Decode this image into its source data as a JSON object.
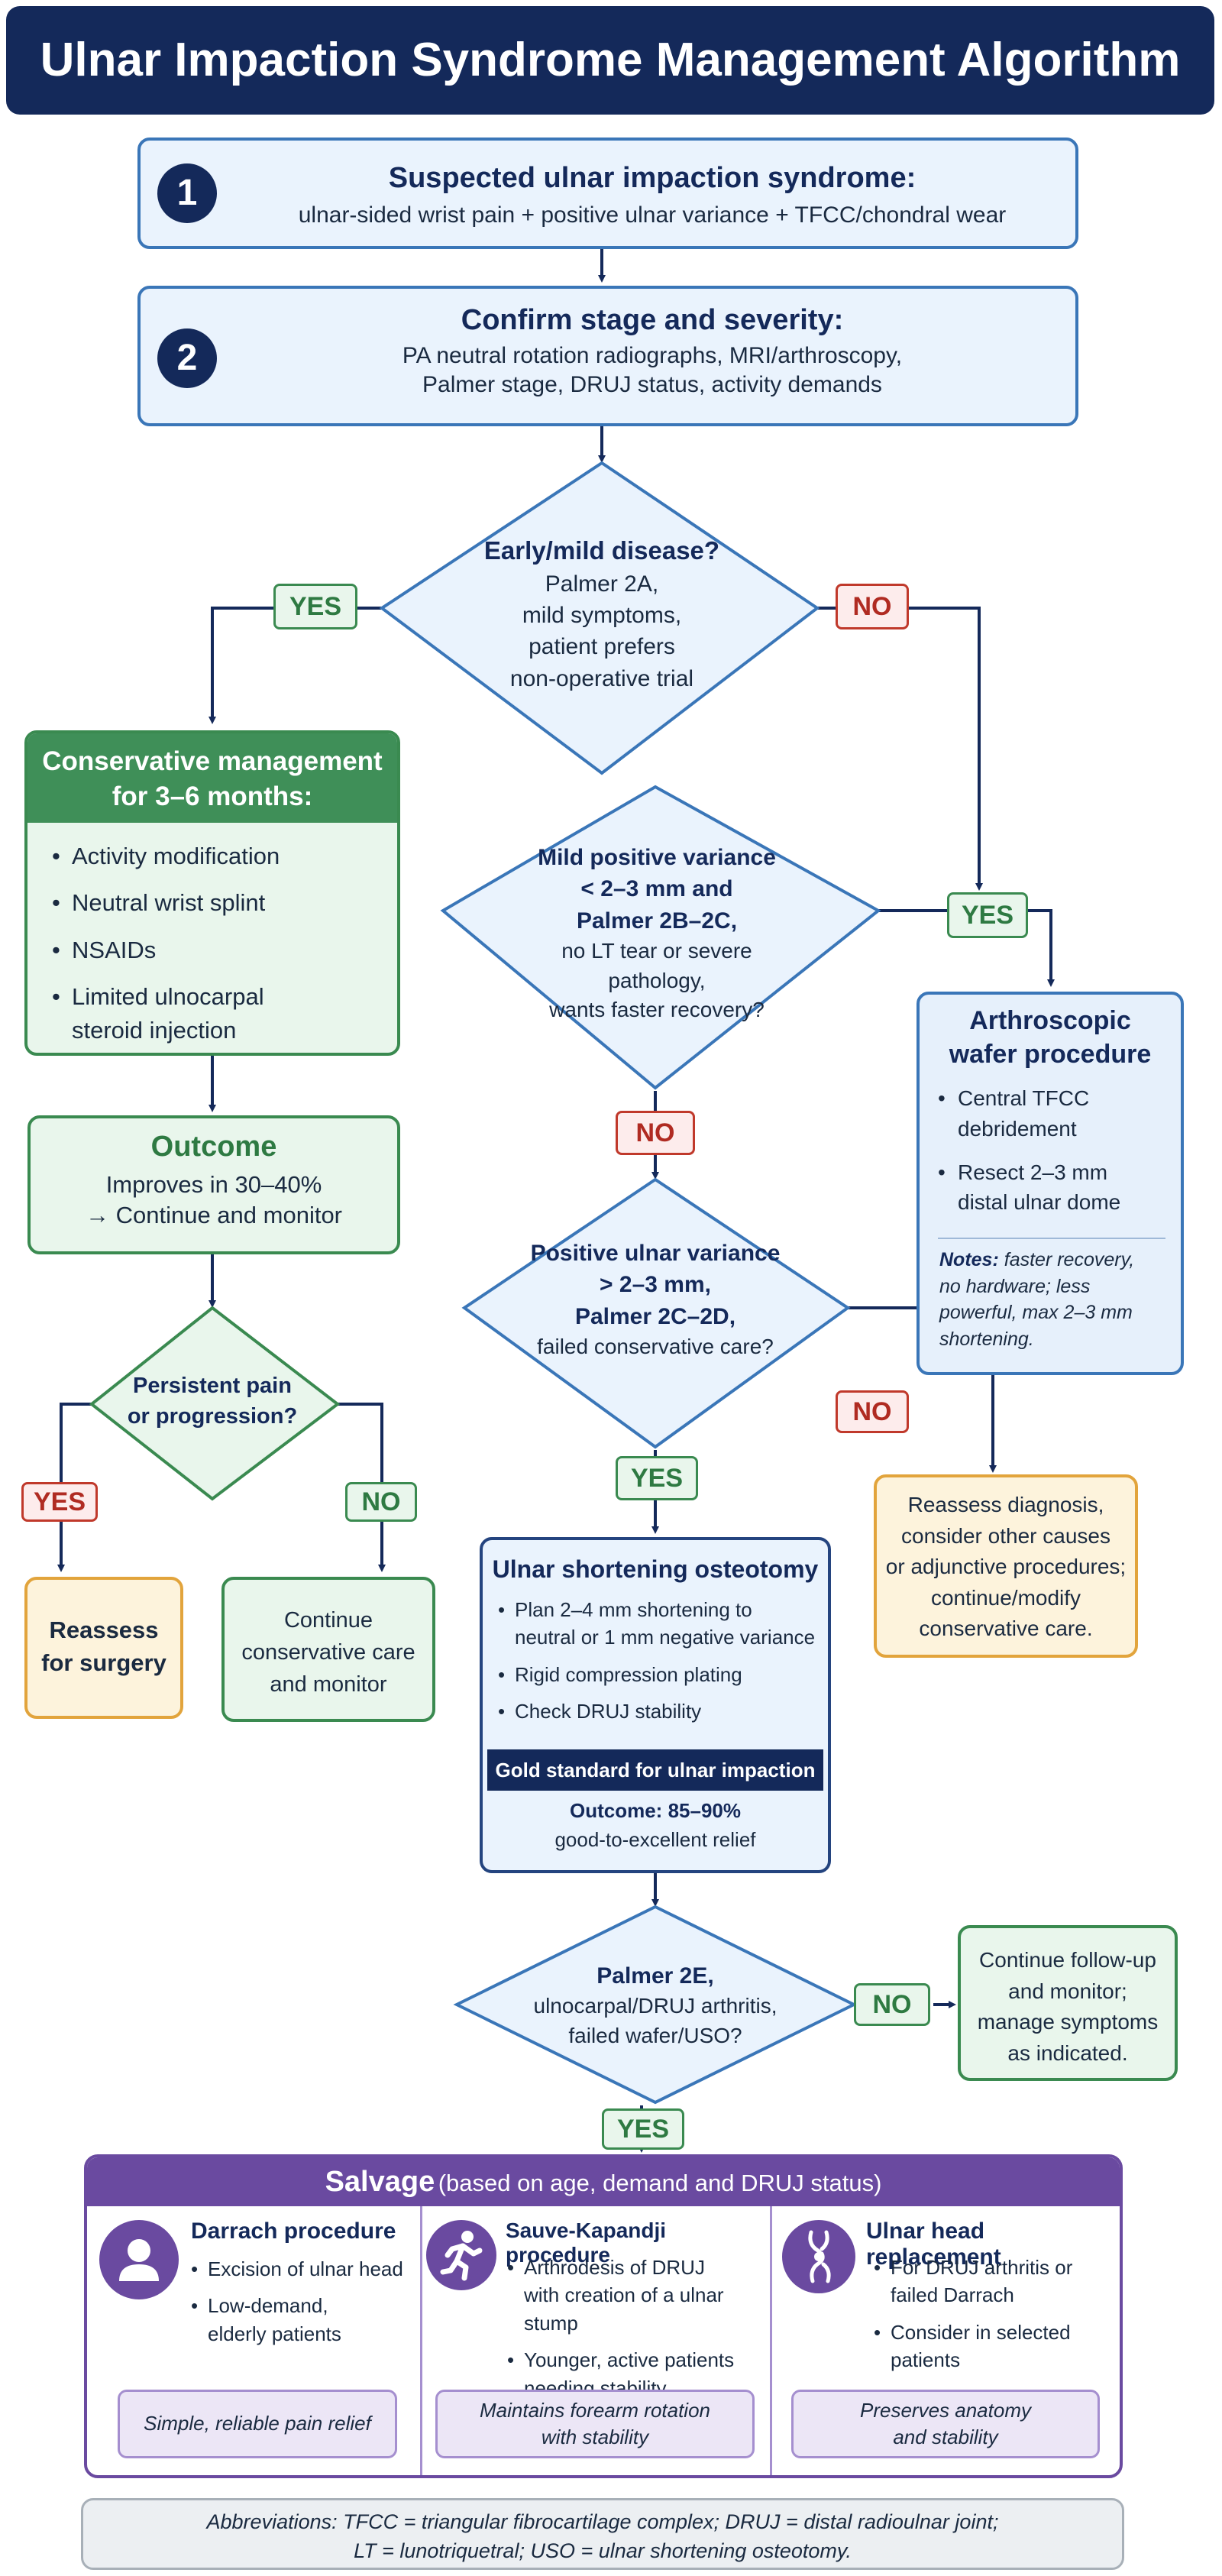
{
  "title": "Ulnar Impaction Syndrome Management Algorithm",
  "colors": {
    "navy": "#14295a",
    "blue": "#3a76b8",
    "green": "#3a8a50",
    "red": "#c0392b",
    "orange": "#e2a43c",
    "purple": "#6a4aa0"
  },
  "step1": {
    "number": "1",
    "title": "Suspected ulnar impaction syndrome:",
    "body": "ulnar-sided wrist pain + positive ulnar variance + TFCC/chondral wear"
  },
  "step2": {
    "number": "2",
    "title": "Confirm stage and severity:",
    "line1": "PA neutral rotation radiographs, MRI/arthroscopy,",
    "line2": "Palmer stage, DRUJ status, activity demands"
  },
  "d1": {
    "question": "Early/mild disease?",
    "l1": "Palmer 2A,",
    "l2": "mild symptoms,",
    "l3": "patient prefers",
    "l4": "non-operative trial"
  },
  "labels": {
    "yes": "YES",
    "no": "NO"
  },
  "conservative": {
    "title1": "Conservative management",
    "title2": "for 3–6 months:",
    "items": [
      "Activity modification",
      "Neutral wrist splint",
      "NSAIDs",
      "Limited ulnocarpal steroid injection"
    ]
  },
  "outcome": {
    "title": "Outcome",
    "l1": "Improves in 30–40%",
    "l2": "→ Continue and monitor"
  },
  "d_persist": {
    "l1": "Persistent pain",
    "l2": "or progression?"
  },
  "reassess_surgery": {
    "l1": "Reassess",
    "l2": "for surgery"
  },
  "continue_cons": {
    "l1": "Continue",
    "l2": "conservative care",
    "l3": "and monitor"
  },
  "d2": {
    "l1": "Mild positive variance",
    "l2": "< 2–3 mm and",
    "l3": "Palmer 2B–2C,",
    "l4": "no LT tear or severe pathology,",
    "l5": "wants faster recovery?"
  },
  "wafer": {
    "title1": "Arthroscopic",
    "title2": "wafer procedure",
    "items": [
      "Central TFCC debridement",
      "Resect 2–3 mm distal ulnar dome"
    ],
    "notes_label": "Notes:",
    "notes_l1": " faster recovery,",
    "notes_l2": "no hardware; less",
    "notes_l3": "powerful, max 2–3 mm",
    "notes_l4": "shortening."
  },
  "d3": {
    "l1": "Positive ulnar variance",
    "l2": "> 2–3 mm,",
    "l3": "Palmer 2C–2D,",
    "l4": "failed conservative care?"
  },
  "reassess_dx": {
    "l1": "Reassess diagnosis,",
    "l2": "consider other causes",
    "l3": "or adjunctive procedures;",
    "l4": "continue/modify",
    "l5": "conservative care."
  },
  "uso": {
    "title": "Ulnar shortening osteotomy",
    "items": [
      "Plan 2–4 mm shortening to neutral or 1 mm negative variance",
      "Rigid compression plating",
      "Check DRUJ stability"
    ],
    "gold": "Gold standard for ulnar impaction",
    "outcome_l1": "Outcome: 85–90%",
    "outcome_l2": "good-to-excellent relief"
  },
  "d4": {
    "l1": "Palmer 2E,",
    "l2": "ulnocarpal/DRUJ arthritis,",
    "l3": "failed wafer/USO?"
  },
  "followup": {
    "l1": "Continue follow-up",
    "l2": "and monitor;",
    "l3": "manage symptoms",
    "l4": "as indicated."
  },
  "salvage": {
    "title": "Salvage",
    "subtitle": "(based on age, demand and DRUJ status)",
    "darrach": {
      "title": "Darrach procedure",
      "items": [
        "Excision of ulnar head",
        "Low-demand, elderly patients"
      ],
      "note": "Simple, reliable pain relief",
      "icon": "person-icon"
    },
    "sauve": {
      "title": "Sauve-Kapandji procedure",
      "items": [
        "Arthrodesis of DRUJ with creation of a ulnar stump",
        "Younger, active patients needing stability"
      ],
      "note_l1": "Maintains forearm rotation",
      "note_l2": "with stability",
      "icon": "runner-icon"
    },
    "ulnar_head": {
      "title": "Ulnar head replacement",
      "items": [
        "For DRUJ arthritis or failed Darrach",
        "Consider in selected patients"
      ],
      "note_l1": "Preserves anatomy",
      "note_l2": "and stability",
      "icon": "joint-icon"
    }
  },
  "abbreviations": {
    "l1": "Abbreviations: TFCC = triangular fibrocartilage complex; DRUJ = distal radioulnar joint;",
    "l2": "LT = lunotriquetral; USO = ulnar shortening osteotomy."
  }
}
